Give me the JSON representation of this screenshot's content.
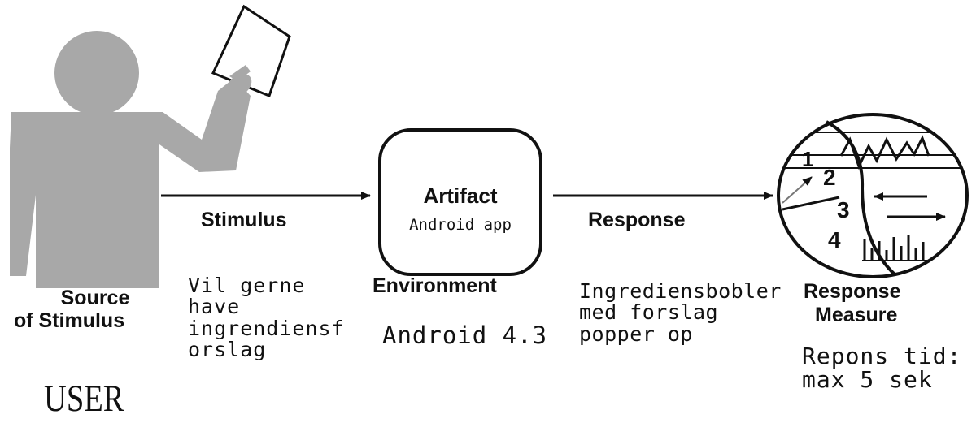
{
  "source": {
    "label_line1": "Source",
    "label_line2": "of Stimulus",
    "note": "USER"
  },
  "stimulus": {
    "label": "Stimulus",
    "note_lines": [
      "Vil gerne",
      "have",
      "ingrendiensf",
      "orslag"
    ]
  },
  "artifact": {
    "label": "Artifact",
    "sublabel": "Android app"
  },
  "environment": {
    "label": "Environment",
    "note": "Android 4.3"
  },
  "response": {
    "label": "Response",
    "note_lines": [
      "Ingrediensbobler",
      "med forslag",
      "popper op"
    ]
  },
  "response_measure": {
    "label_line1": "Response",
    "label_line2": "Measure",
    "note_lines": [
      "Repons tid:",
      "max 5 sek"
    ],
    "dial_numbers": [
      "1",
      "2",
      "3",
      "4"
    ]
  },
  "colors": {
    "figure_gray": "#a8a8a8",
    "ink": "#111111",
    "background": "#ffffff"
  },
  "icons": {
    "source": "person-holding-paper-icon",
    "artifact": "rounded-box",
    "response_measure": "gauge-icon"
  }
}
